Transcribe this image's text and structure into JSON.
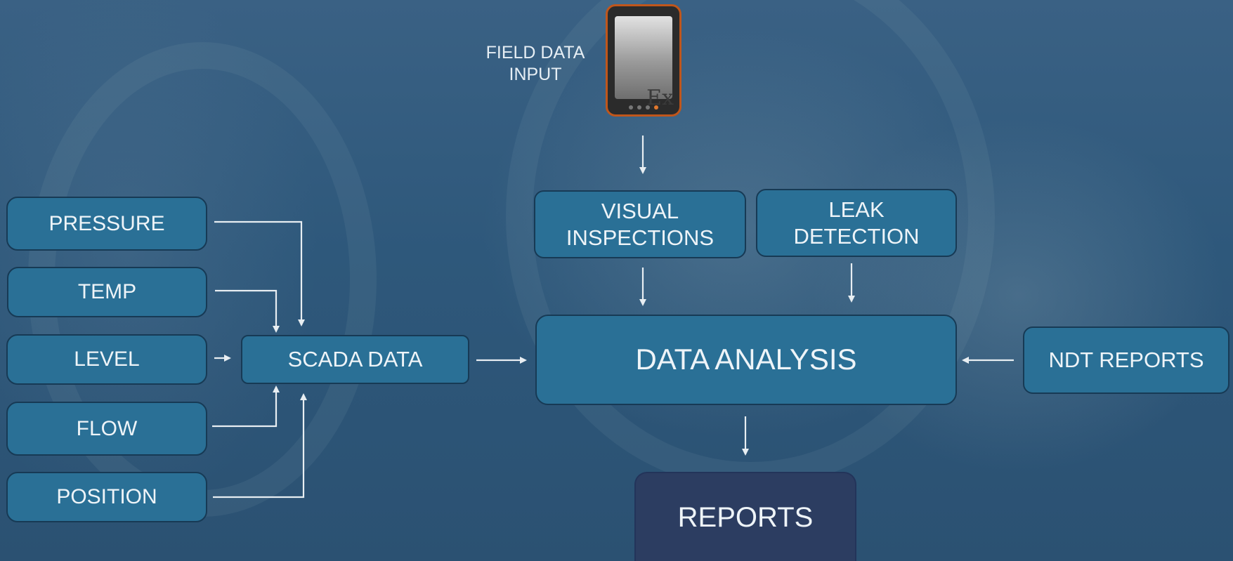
{
  "diagram": {
    "field_input_label": "FIELD DATA\nINPUT",
    "device_icon": "rugged-tablet-icon",
    "device_badge": "Ex",
    "nodes": {
      "pressure": "PRESSURE",
      "temp": "TEMP",
      "level": "LEVEL",
      "flow": "FLOW",
      "position": "POSITION",
      "scada": "SCADA DATA",
      "visual": "VISUAL\nINSPECTIONS",
      "leak": "LEAK\nDETECTION",
      "analysis": "DATA ANALYSIS",
      "ndt": "NDT REPORTS",
      "reports": "REPORTS"
    },
    "edges": [
      [
        "pressure",
        "scada"
      ],
      [
        "temp",
        "scada"
      ],
      [
        "level",
        "scada"
      ],
      [
        "flow",
        "scada"
      ],
      [
        "position",
        "scada"
      ],
      [
        "field_input",
        "visual"
      ],
      [
        "visual",
        "analysis"
      ],
      [
        "leak",
        "analysis"
      ],
      [
        "scada",
        "analysis"
      ],
      [
        "ndt",
        "analysis"
      ],
      [
        "analysis",
        "reports"
      ]
    ],
    "colors": {
      "node_fill": "#2a7096",
      "node_border": "#173a55",
      "reports_fill": "#2c3d61",
      "text": "#eef4f8",
      "arrow": "#e8eef2"
    }
  }
}
